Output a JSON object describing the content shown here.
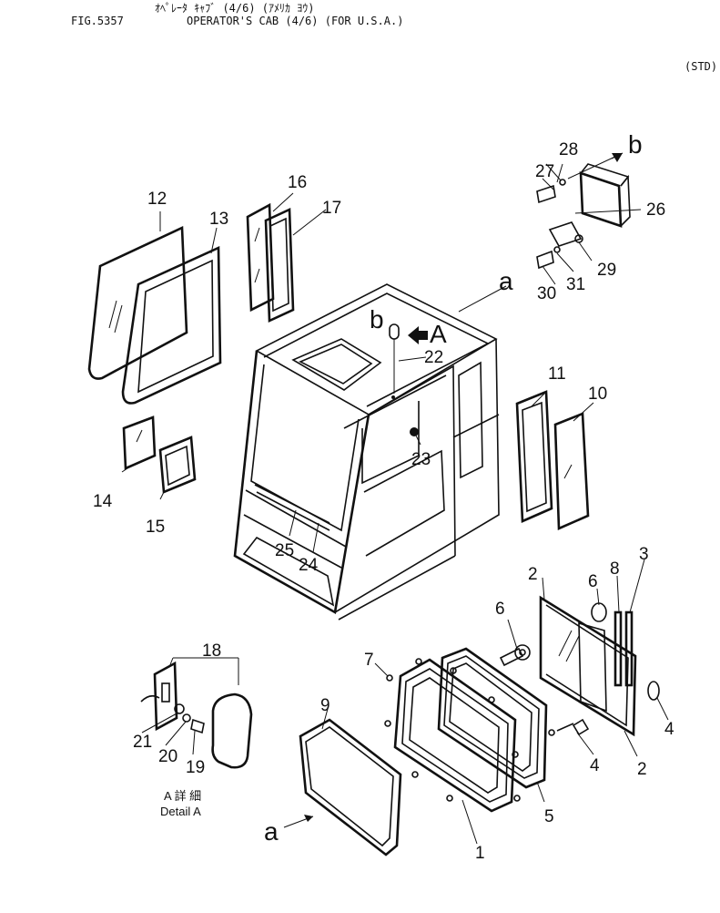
{
  "header": {
    "fig_no": "FIG.5357",
    "title_jp": "ｵﾍﾟﾚｰﾀ ｷｬﾌﾞ (4/6) (ｱﾒﾘｶ ﾖｳ)",
    "title_en": "OPERATOR'S CAB (4/6) (FOR U.S.A.)",
    "spec": "(STD)"
  },
  "callouts": [
    {
      "id": "c1",
      "text": "1"
    },
    {
      "id": "c2a",
      "text": "2"
    },
    {
      "id": "c2b",
      "text": "2"
    },
    {
      "id": "c3",
      "text": "3"
    },
    {
      "id": "c4a",
      "text": "4"
    },
    {
      "id": "c4b",
      "text": "4"
    },
    {
      "id": "c5",
      "text": "5"
    },
    {
      "id": "c6a",
      "text": "6"
    },
    {
      "id": "c6b",
      "text": "6"
    },
    {
      "id": "c7",
      "text": "7"
    },
    {
      "id": "c8",
      "text": "8"
    },
    {
      "id": "c9",
      "text": "9"
    },
    {
      "id": "c10",
      "text": "10"
    },
    {
      "id": "c11",
      "text": "11"
    },
    {
      "id": "c12",
      "text": "12"
    },
    {
      "id": "c13",
      "text": "13"
    },
    {
      "id": "c14",
      "text": "14"
    },
    {
      "id": "c15",
      "text": "15"
    },
    {
      "id": "c16",
      "text": "16"
    },
    {
      "id": "c17",
      "text": "17"
    },
    {
      "id": "c18",
      "text": "18"
    },
    {
      "id": "c19",
      "text": "19"
    },
    {
      "id": "c20",
      "text": "20"
    },
    {
      "id": "c21",
      "text": "21"
    },
    {
      "id": "c22",
      "text": "22"
    },
    {
      "id": "c23",
      "text": "23"
    },
    {
      "id": "c24",
      "text": "24"
    },
    {
      "id": "c25",
      "text": "25"
    },
    {
      "id": "c26",
      "text": "26"
    },
    {
      "id": "c27",
      "text": "27"
    },
    {
      "id": "c28",
      "text": "28"
    },
    {
      "id": "c29",
      "text": "29"
    },
    {
      "id": "c30",
      "text": "30"
    },
    {
      "id": "c31",
      "text": "31"
    }
  ],
  "refs": {
    "a_cab": "a",
    "a_bottom": "a",
    "b_cab": "b",
    "b_bracket": "b",
    "view_A": "A"
  },
  "detail_label": {
    "jp": "A 詳 細",
    "en": "Detail A"
  }
}
